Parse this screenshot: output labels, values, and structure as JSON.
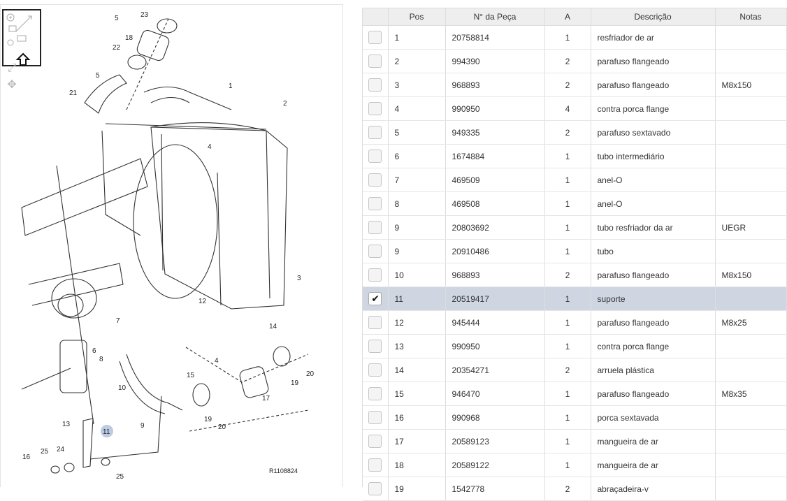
{
  "diagram": {
    "ref_code": "R1108824",
    "highlight_label": "11",
    "labels": [
      "23",
      "5",
      "18",
      "22",
      "5",
      "21",
      "1",
      "2",
      "4",
      "3",
      "12",
      "7",
      "6",
      "8",
      "10",
      "14",
      "4",
      "20",
      "19",
      "15",
      "17",
      "19",
      "20",
      "9",
      "13",
      "11",
      "25",
      "24",
      "16",
      "25"
    ]
  },
  "table": {
    "headers": {
      "check": "",
      "pos": "Pos",
      "part": "N° da Peça",
      "qty": "A",
      "desc": "Descrição",
      "notes": "Notas"
    },
    "rows": [
      {
        "pos": "1",
        "part": "20758814",
        "qty": "1",
        "desc": "resfriador de ar",
        "notes": "",
        "checked": false
      },
      {
        "pos": "2",
        "part": "994390",
        "qty": "2",
        "desc": "parafuso flangeado",
        "notes": "",
        "checked": false
      },
      {
        "pos": "3",
        "part": "968893",
        "qty": "2",
        "desc": "parafuso flangeado",
        "notes": "M8x150",
        "checked": false
      },
      {
        "pos": "4",
        "part": "990950",
        "qty": "4",
        "desc": "contra porca flange",
        "notes": "",
        "checked": false
      },
      {
        "pos": "5",
        "part": "949335",
        "qty": "2",
        "desc": "parafuso sextavado",
        "notes": "",
        "checked": false
      },
      {
        "pos": "6",
        "part": "1674884",
        "qty": "1",
        "desc": "tubo intermediário",
        "notes": "",
        "checked": false
      },
      {
        "pos": "7",
        "part": "469509",
        "qty": "1",
        "desc": "anel-O",
        "notes": "",
        "checked": false
      },
      {
        "pos": "8",
        "part": "469508",
        "qty": "1",
        "desc": "anel-O",
        "notes": "",
        "checked": false
      },
      {
        "pos": "9",
        "part": "20803692",
        "qty": "1",
        "desc": "tubo resfriador da ar",
        "notes": "UEGR",
        "checked": false
      },
      {
        "pos": "9",
        "part": "20910486",
        "qty": "1",
        "desc": "tubo",
        "notes": "",
        "checked": false
      },
      {
        "pos": "10",
        "part": "968893",
        "qty": "2",
        "desc": "parafuso flangeado",
        "notes": "M8x150",
        "checked": false
      },
      {
        "pos": "11",
        "part": "20519417",
        "qty": "1",
        "desc": "suporte",
        "notes": "",
        "checked": true
      },
      {
        "pos": "12",
        "part": "945444",
        "qty": "1",
        "desc": "parafuso flangeado",
        "notes": "M8x25",
        "checked": false
      },
      {
        "pos": "13",
        "part": "990950",
        "qty": "1",
        "desc": "contra porca flange",
        "notes": "",
        "checked": false
      },
      {
        "pos": "14",
        "part": "20354271",
        "qty": "2",
        "desc": "arruela plástica",
        "notes": "",
        "checked": false
      },
      {
        "pos": "15",
        "part": "946470",
        "qty": "1",
        "desc": "parafuso flangeado",
        "notes": "M8x35",
        "checked": false
      },
      {
        "pos": "16",
        "part": "990968",
        "qty": "1",
        "desc": "porca sextavada",
        "notes": "",
        "checked": false
      },
      {
        "pos": "17",
        "part": "20589123",
        "qty": "1",
        "desc": "mangueira de ar",
        "notes": "",
        "checked": false
      },
      {
        "pos": "18",
        "part": "20589122",
        "qty": "1",
        "desc": "mangueira de ar",
        "notes": "",
        "checked": false
      },
      {
        "pos": "19",
        "part": "1542778",
        "qty": "2",
        "desc": "abraçadeira-v",
        "notes": "",
        "checked": false
      }
    ]
  }
}
